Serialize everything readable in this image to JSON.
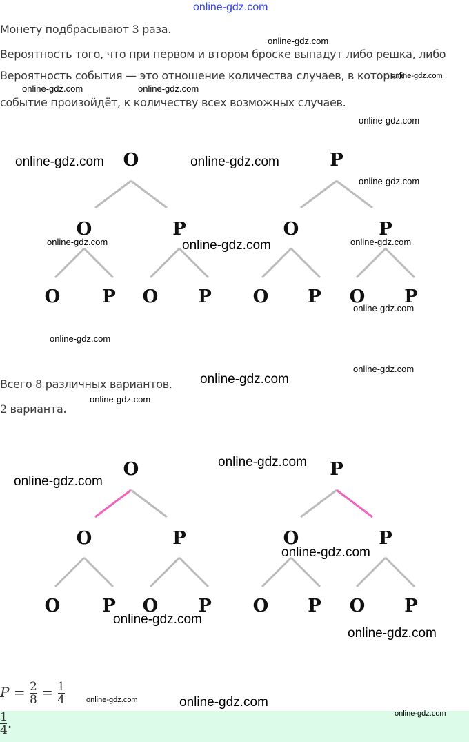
{
  "header_watermark": "online-gdz.com",
  "text": {
    "line1_a": "Монету подбрасывают ",
    "line1_num": "3",
    "line1_b": " раза.",
    "line2": "Вероятность того, что при первом и втором броске выпадут либо решка, либо",
    "line3": "Вероятность события — это отношение количества случаев, в которых",
    "line4": "событие произойдёт, к количеству всех возможных случаев.",
    "total_num": "8",
    "total_a": "Всего ",
    "total_b": " различных вариантов.",
    "fav_num": "2",
    "fav_b": " варианта."
  },
  "trees": [
    {
      "level0": [
        "O",
        "P"
      ],
      "level1": [
        "O",
        "P",
        "O",
        "P"
      ],
      "level2": [
        "O",
        "P",
        "O",
        "P",
        "O",
        "P",
        "O",
        "P"
      ],
      "highlighted_edges": []
    },
    {
      "level0": [
        "O",
        "P"
      ],
      "level1": [
        "O",
        "P",
        "O",
        "P"
      ],
      "level2": [
        "O",
        "P",
        "O",
        "P",
        "O",
        "P",
        "O",
        "P"
      ],
      "highlighted_edges": [
        "root0-left",
        "root1-right"
      ]
    }
  ],
  "formula": {
    "P": "P",
    "eq": "=",
    "n1": "2",
    "d1": "8",
    "n2": "1",
    "d2": "4"
  },
  "answer": {
    "n": "1",
    "d": "4",
    "dot": "."
  },
  "watermark": "online-gdz.com",
  "colors": {
    "edge": "#bbbbbb",
    "highlight": "#ee66bb",
    "answer_bg": "#dcfce9",
    "text": "#3a3a3a"
  }
}
